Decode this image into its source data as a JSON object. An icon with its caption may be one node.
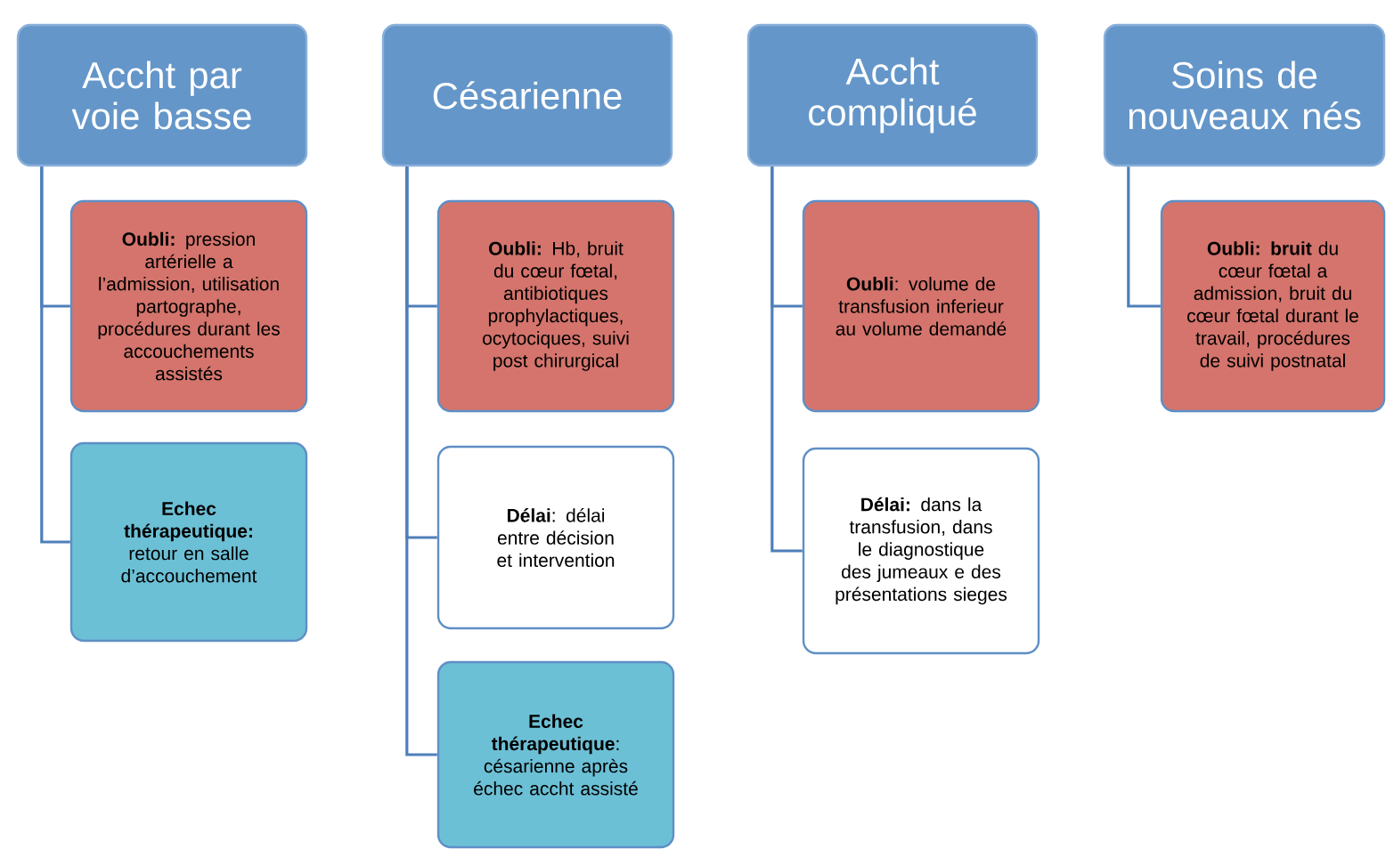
{
  "diagram": {
    "nodes": [
      {
        "text": [
          "Accht par voie basse"
        ]
      },
      {
        "text": [
          "**Oubli:** pression artérielle a l’admission, utilisation partographe, procédures durant les accouchements assistés"
        ]
      },
      {
        "text": [
          "**Echec thérapeutique:** retour en salle d’accouchement"
        ]
      },
      {
        "text": [
          "Césarienne"
        ]
      },
      {
        "text": [
          "**Oubli:** Hb, bruit du cœur fœtal, antibiotiques prophylactiques, ocytociques, suivi post chirurgical"
        ]
      },
      {
        "text": [
          "**Délai**: délai entre décision et intervention"
        ]
      },
      {
        "text": [
          "**Echec thérapeutique**: césarienne après échec accht assisté"
        ]
      },
      {
        "text": [
          "Accht compliqué"
        ]
      },
      {
        "text": [
          "**Oubli**: volume de transfusion inferieur au volume demandé"
        ]
      },
      {
        "text": [
          "**Délai:** dans la transfusion, dans le diagnostique des jumeaux e des présentations sieges"
        ]
      },
      {
        "text": [
          "Soins de nouveaux nés"
        ]
      },
      {
        "text": [
          "**Oubli: bruit** du cœur fœtal a admission, bruit du cœur fœtal durant le travail, procédures de suivi postnatal"
        ]
      }
    ],
    "edges": [
      {
        "from": 0,
        "to": 1,
        "arrow": "none"
      },
      {
        "from": 0,
        "to": 2,
        "arrow": "none"
      },
      {
        "from": 3,
        "to": 4,
        "arrow": "none"
      },
      {
        "from": 3,
        "to": 5,
        "arrow": "none"
      },
      {
        "from": 3,
        "to": 6,
        "arrow": "none"
      },
      {
        "from": 7,
        "to": 8,
        "arrow": "none"
      },
      {
        "from": 7,
        "to": 9,
        "arrow": "none"
      },
      {
        "from": 10,
        "to": 11,
        "arrow": "none"
      }
    ]
  }
}
